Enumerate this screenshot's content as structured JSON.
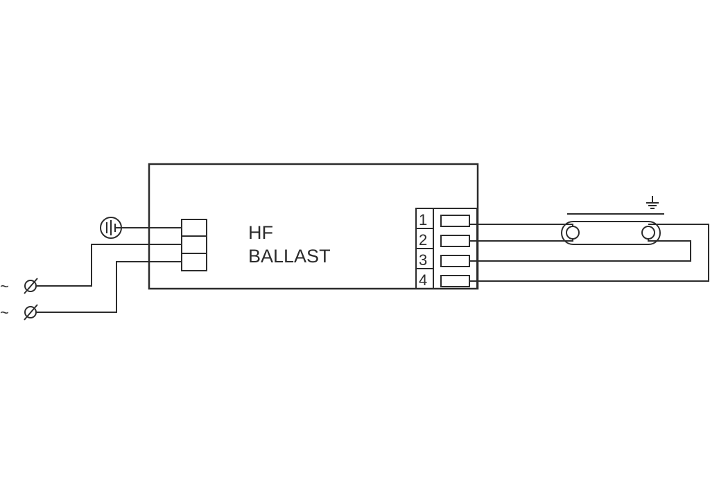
{
  "ballast": {
    "line1": "HF",
    "line2": "BALLAST"
  },
  "output_terminals": [
    "1",
    "2",
    "3",
    "4"
  ],
  "mains": {
    "symbol": "~",
    "fuse_symbol": "∅"
  },
  "icons": {
    "earth_input": "ground-circle-icon",
    "earth_lamp": "ground-icon"
  }
}
